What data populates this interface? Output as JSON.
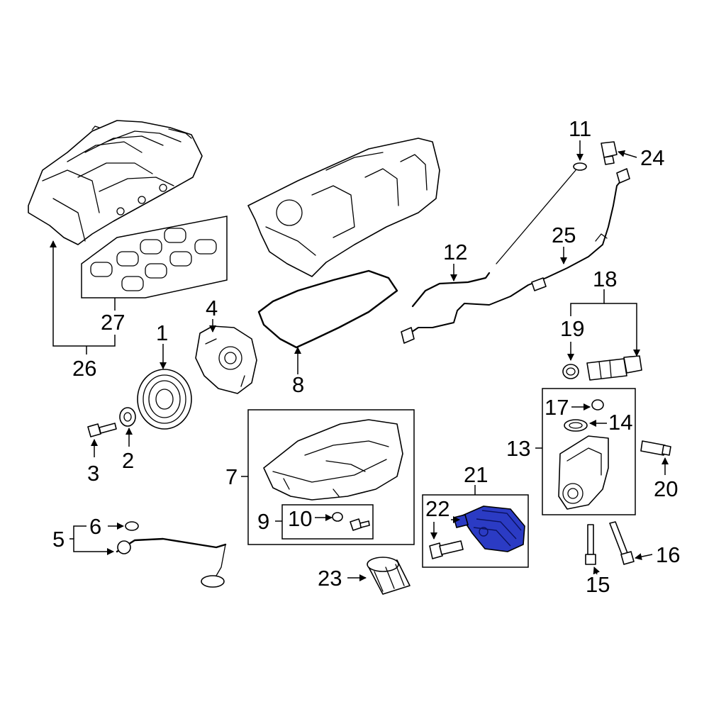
{
  "diagram": {
    "highlight_color": "#2b3bc4",
    "callouts": {
      "c1": "1",
      "c2": "2",
      "c3": "3",
      "c4": "4",
      "c5": "5",
      "c6": "6",
      "c7": "7",
      "c8": "8",
      "c9": "9",
      "c10": "10",
      "c11": "11",
      "c12": "12",
      "c13": "13",
      "c14": "14",
      "c15": "15",
      "c16": "16",
      "c17": "17",
      "c18": "18",
      "c19": "19",
      "c20": "20",
      "c21": "21",
      "c22": "22",
      "c23": "23",
      "c24": "24",
      "c25": "25",
      "c26": "26",
      "c27": "27"
    }
  }
}
